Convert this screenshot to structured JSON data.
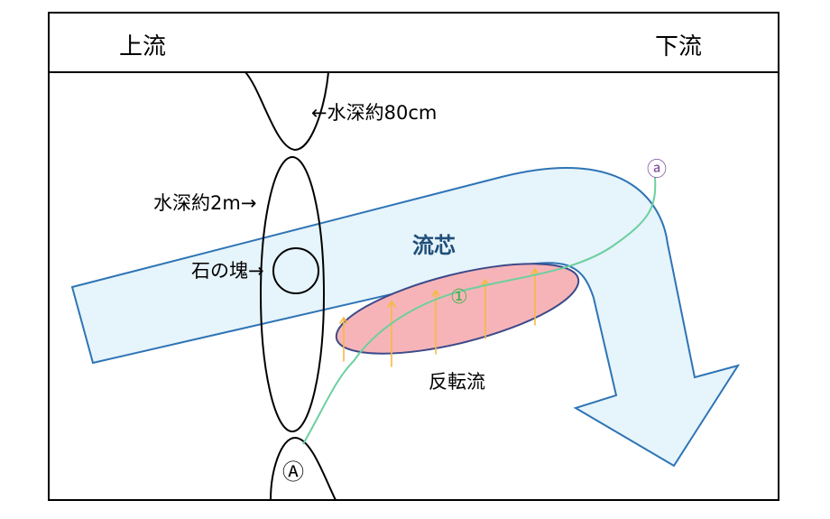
{
  "header": {
    "upstream_label": "上流",
    "downstream_label": "下流"
  },
  "labels": {
    "depth_shallow": "←水深約80cm",
    "depth_deep": "水深約2m→",
    "rock": "石の塊→",
    "main_current": "流芯",
    "reverse_flow": "反転流"
  },
  "markers": {
    "start": "Ⓐ",
    "end": "ⓐ",
    "point_1": "①"
  },
  "colors": {
    "main_current_fill": "#e6f4fb",
    "main_current_stroke": "#2e74b5",
    "main_current_text": "#1f4e79",
    "reverse_flow_fill": "#f7b4b8",
    "reverse_flow_stroke": "#3c4a8a",
    "reverse_arrows": "#f5b942",
    "path_line": "#6ccf9f",
    "marker_end": "#7a4a9a",
    "marker_1": "#4caf50",
    "outline": "#000000"
  },
  "icons": {
    "reverse_arrow": "arrow-up-icon"
  }
}
